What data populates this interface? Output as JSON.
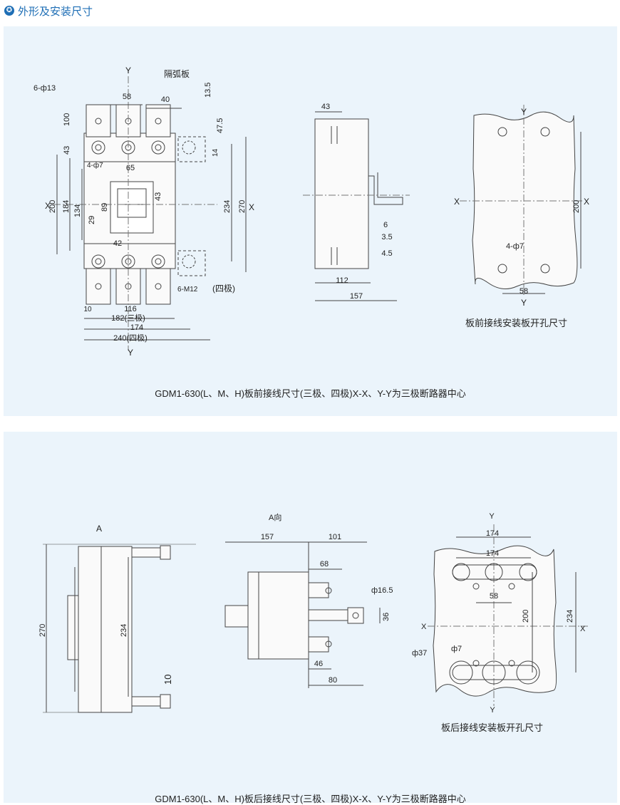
{
  "section_title": "外形及安装尺寸",
  "panel1": {
    "caption": "GDM1-630(L、M、H)板前接线尺寸(三极、四极)X-X、Y-Y为三极断路器中心",
    "hole_caption": "板前接线安装板开孔尺寸",
    "labels": {
      "Y": "Y",
      "X": "X",
      "arc_plate": "隔弧板",
      "d6_13": "6-ф13",
      "d4_7": "4-ф7",
      "m12": "6-M12",
      "four_pole": "(四极)",
      "d4_7b": "4-ф7",
      "d58": "58",
      "d40": "40",
      "d13_5": "13.5",
      "d47_5": "47.5",
      "d100": "100",
      "d43": "43",
      "d14": "14",
      "d65": "65",
      "d43b": "43",
      "d89": "89",
      "d29": "29",
      "d42": "42",
      "d134": "134",
      "d184": "184",
      "d200": "200",
      "d234": "234",
      "d270": "270",
      "d10": "10",
      "d116": "116",
      "d182": "182(三极)",
      "d174": "174",
      "d240": "240(四极)",
      "s43": "43",
      "s6": "6",
      "s3_5": "3.5",
      "s4_5": "4.5",
      "s112": "112",
      "s157": "157",
      "h200": "200",
      "h58": "58"
    }
  },
  "panel2": {
    "caption": "GDM1-630(L、M、H)板后接线尺寸(三极、四极)X-X、Y-Y为三极断路器中心",
    "hole_caption": "板后接线安装板开孔尺寸",
    "labels": {
      "A_arrow": "A",
      "A_view": "A向",
      "d270": "270",
      "d234": "234",
      "d10": "10",
      "d157": "157",
      "d101": "101",
      "d68": "68",
      "d16_5": "ф16.5",
      "d36": "36",
      "d46": "46",
      "d80": "80",
      "Y": "Y",
      "X": "X",
      "h174a": "174",
      "h174b": "174",
      "h58": "58",
      "h200": "200",
      "h234": "234",
      "h37": "ф37",
      "h7": "ф7"
    }
  }
}
